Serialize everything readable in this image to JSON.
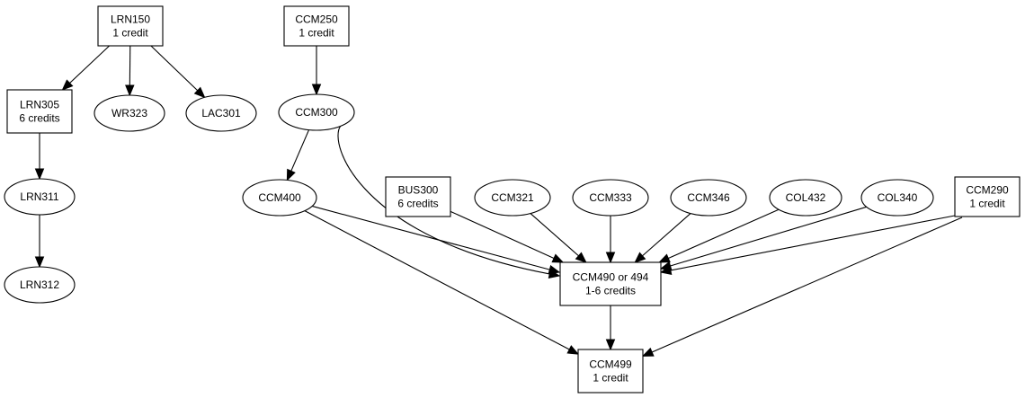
{
  "diagram": {
    "nodes": [
      {
        "id": "LRN150",
        "shape": "box",
        "lines": [
          "LRN150",
          "1 credit"
        ]
      },
      {
        "id": "CCM250",
        "shape": "box",
        "lines": [
          "CCM250",
          "1 credit"
        ]
      },
      {
        "id": "LRN305",
        "shape": "box",
        "lines": [
          "LRN305",
          "6 credits"
        ]
      },
      {
        "id": "WR323",
        "shape": "ellipse",
        "lines": [
          "WR323"
        ]
      },
      {
        "id": "LAC301",
        "shape": "ellipse",
        "lines": [
          "LAC301"
        ]
      },
      {
        "id": "CCM300",
        "shape": "ellipse",
        "lines": [
          "CCM300"
        ]
      },
      {
        "id": "LRN311",
        "shape": "ellipse",
        "lines": [
          "LRN311"
        ]
      },
      {
        "id": "LRN312",
        "shape": "ellipse",
        "lines": [
          "LRN312"
        ]
      },
      {
        "id": "CCM400",
        "shape": "ellipse",
        "lines": [
          "CCM400"
        ]
      },
      {
        "id": "BUS300",
        "shape": "box",
        "lines": [
          "BUS300",
          "6 credits"
        ]
      },
      {
        "id": "CCM321",
        "shape": "ellipse",
        "lines": [
          "CCM321"
        ]
      },
      {
        "id": "CCM333",
        "shape": "ellipse",
        "lines": [
          "CCM333"
        ]
      },
      {
        "id": "CCM346",
        "shape": "ellipse",
        "lines": [
          "CCM346"
        ]
      },
      {
        "id": "COL432",
        "shape": "ellipse",
        "lines": [
          "COL432"
        ]
      },
      {
        "id": "COL340",
        "shape": "ellipse",
        "lines": [
          "COL340"
        ]
      },
      {
        "id": "CCM290",
        "shape": "box",
        "lines": [
          "CCM290",
          "1 credit"
        ]
      },
      {
        "id": "CCM490",
        "shape": "box",
        "lines": [
          "CCM490 or 494",
          "1-6 credits"
        ]
      },
      {
        "id": "CCM499",
        "shape": "box",
        "lines": [
          "CCM499",
          "1 credit"
        ]
      }
    ],
    "edges": [
      {
        "from": "LRN150",
        "to": "LRN305"
      },
      {
        "from": "LRN150",
        "to": "WR323"
      },
      {
        "from": "LRN150",
        "to": "LAC301"
      },
      {
        "from": "LRN305",
        "to": "LRN311"
      },
      {
        "from": "LRN311",
        "to": "LRN312"
      },
      {
        "from": "CCM250",
        "to": "CCM300"
      },
      {
        "from": "CCM300",
        "to": "CCM400"
      },
      {
        "from": "CCM300",
        "to": "CCM490"
      },
      {
        "from": "CCM400",
        "to": "CCM490"
      },
      {
        "from": "CCM400",
        "to": "CCM499"
      },
      {
        "from": "BUS300",
        "to": "CCM490"
      },
      {
        "from": "CCM321",
        "to": "CCM490"
      },
      {
        "from": "CCM333",
        "to": "CCM490"
      },
      {
        "from": "CCM346",
        "to": "CCM490"
      },
      {
        "from": "COL432",
        "to": "CCM490"
      },
      {
        "from": "COL340",
        "to": "CCM490"
      },
      {
        "from": "CCM290",
        "to": "CCM490"
      },
      {
        "from": "CCM290",
        "to": "CCM499"
      },
      {
        "from": "CCM490",
        "to": "CCM499"
      }
    ]
  }
}
